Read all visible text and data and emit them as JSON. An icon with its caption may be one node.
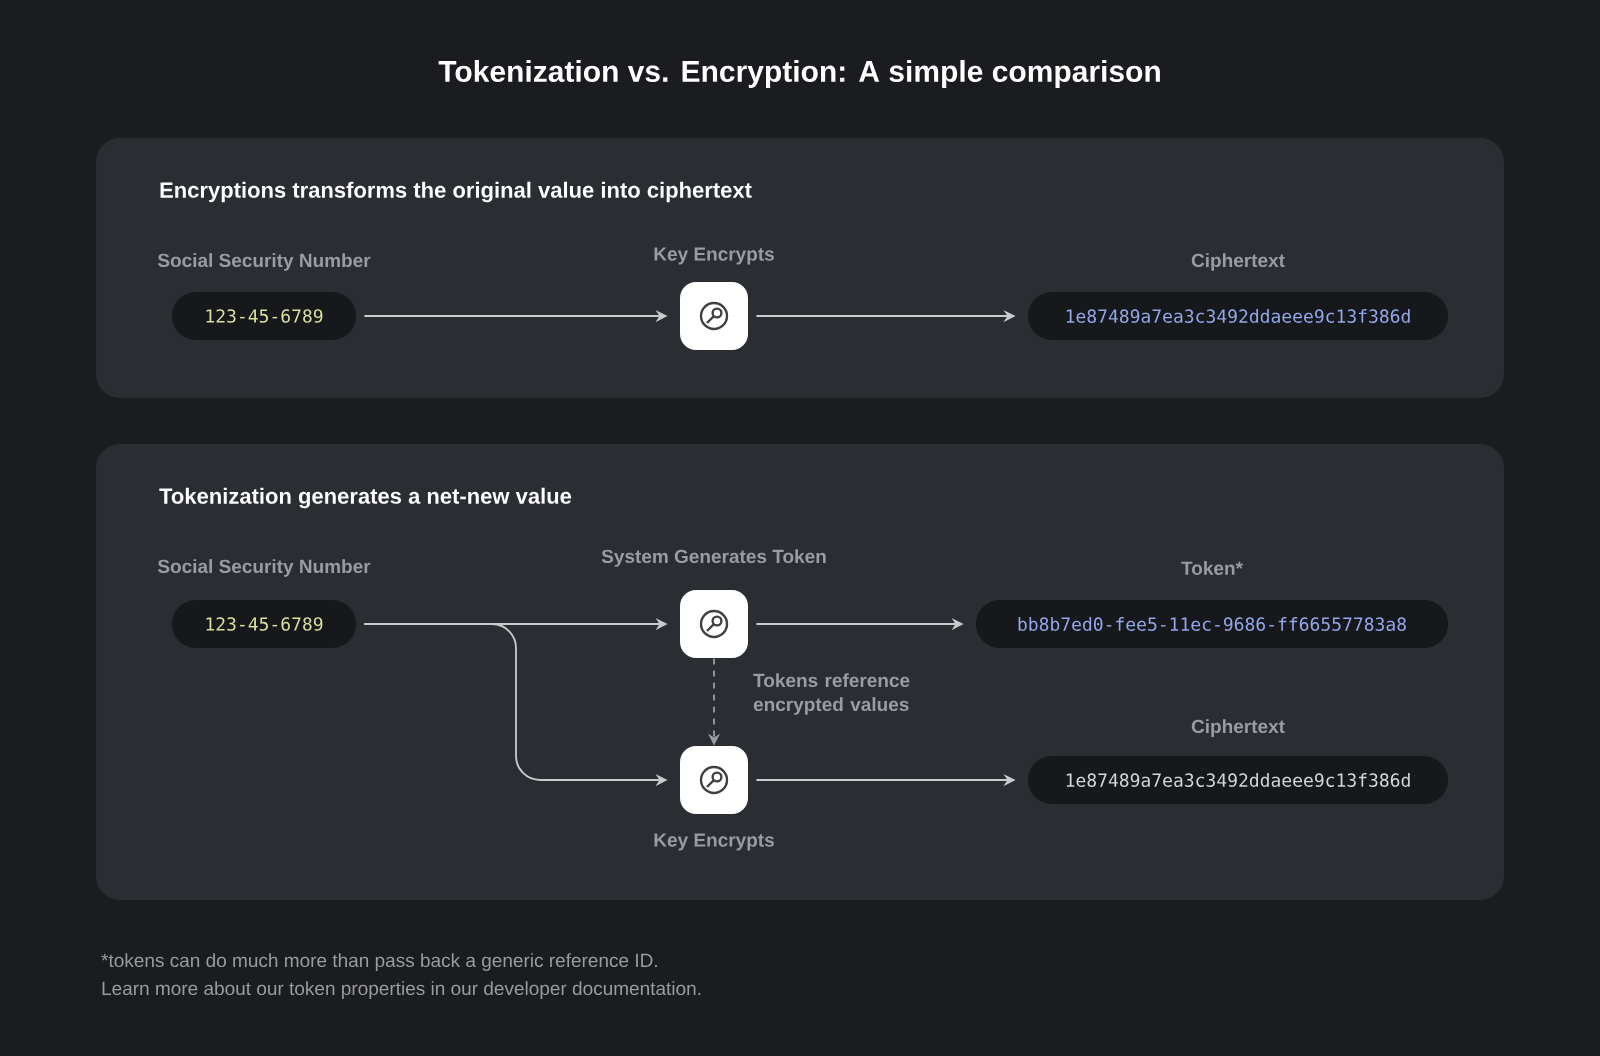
{
  "diagram": {
    "title": "Tokenization vs. Encryption: A simple comparison",
    "nodes": [
      {
        "text": [
          "Encryptions transforms the original value into ciphertext"
        ]
      },
      {
        "text": [
          "123-45-6789"
        ],
        "in": 0,
        "beside": [
          "Social Security Number"
        ]
      },
      {
        "text": [],
        "shape": "box",
        "in": 0,
        "beside": [
          "Key Encrypts"
        ]
      },
      {
        "text": [
          "1e87489a7ea3c3492ddaeee9c13f386d"
        ],
        "in": 0,
        "beside": [
          "Ciphertext"
        ]
      },
      {
        "text": [
          "Tokenization generates a net-new value"
        ]
      },
      {
        "text": [
          "123-45-6789"
        ],
        "in": 4,
        "beside": [
          "Social Security Number"
        ]
      },
      {
        "text": [],
        "shape": "box",
        "in": 4,
        "beside": [
          "System Generates Token"
        ]
      },
      {
        "text": [
          "bb8b7ed0-fee5-11ec-9686-ff66557783a8"
        ],
        "in": 4,
        "beside": [
          "Token*"
        ]
      },
      {
        "text": [],
        "shape": "box",
        "in": 4,
        "beside": [
          "Key Encrypts"
        ]
      },
      {
        "text": [
          "1e87489a7ea3c3492ddaeee9c13f386d"
        ],
        "in": 4,
        "beside": [
          "Ciphertext"
        ]
      }
    ],
    "edges": [
      {
        "from": 1,
        "to": 2,
        "arrow": "to"
      },
      {
        "from": 2,
        "to": 3,
        "arrow": "to"
      },
      {
        "from": 5,
        "to": 6,
        "arrow": "to"
      },
      {
        "from": 5,
        "to": 8,
        "arrow": "to"
      },
      {
        "from": 6,
        "to": 7,
        "arrow": "to"
      },
      {
        "from": 6,
        "to": 8,
        "arrow": "to",
        "style": "dashed",
        "label": "Tokens reference encrypted values"
      },
      {
        "from": 8,
        "to": 9,
        "arrow": "to"
      }
    ],
    "labels": [
      "*tokens can do much more than pass back a generic reference ID.",
      "Learn more about our token properties in our developer documentation."
    ]
  }
}
